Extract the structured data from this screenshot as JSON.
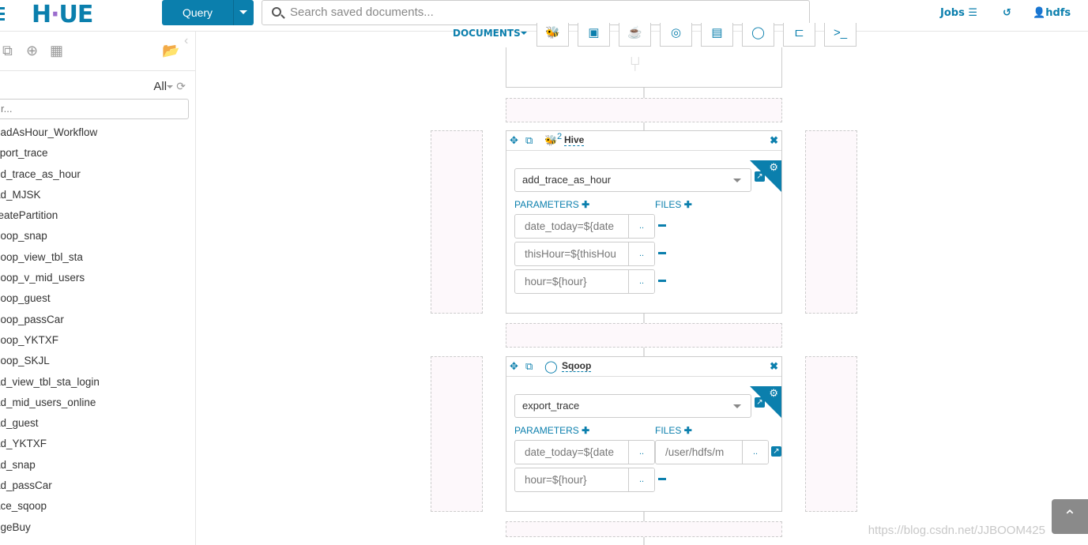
{
  "header": {
    "logo": "HUE",
    "query_label": "Query",
    "search_placeholder": "Search saved documents...",
    "jobs_label": "Jobs",
    "user": "hdfs"
  },
  "sidebar": {
    "filter_value": "All",
    "filter_placeholder": "r...",
    "documents": [
      "oadAsHour_Workflow",
      "xport_trace",
      "dd_trace_as_hour",
      "ad_MJSK",
      "reatePartition",
      "qoop_snap",
      "qoop_view_tbl_sta",
      "qoop_v_mid_users",
      "qoop_guest",
      "qoop_passCar",
      "qoop_YKTXF",
      "qoop_SKJL",
      "ad_view_tbl_sta_login",
      "ad_mid_users_online",
      "ad_guest",
      "ad_YKTXF",
      "ad_snap",
      "ad_passCar",
      "ace_sqoop",
      "ugeBuy"
    ]
  },
  "editor": {
    "documents_label": "DOCUMENTS",
    "hive_card": {
      "title": "Hive",
      "badge": "2",
      "selected": "add_trace_as_hour",
      "parameters_label": "PARAMETERS",
      "files_label": "FILES",
      "parameters": [
        "date_today=${date",
        "thisHour=${thisHou",
        "hour=${hour}"
      ]
    },
    "sqoop_card": {
      "title": "Sqoop",
      "selected": "export_trace",
      "parameters_label": "PARAMETERS",
      "files_label": "FILES",
      "parameters": [
        "date_today=${date",
        "hour=${hour}"
      ],
      "files": [
        "/user/hdfs/m"
      ]
    },
    "dots": ".."
  },
  "watermark": "https://blog.csdn.net/JJBOOM425",
  "colors": {
    "accent": "#0b7fad"
  }
}
